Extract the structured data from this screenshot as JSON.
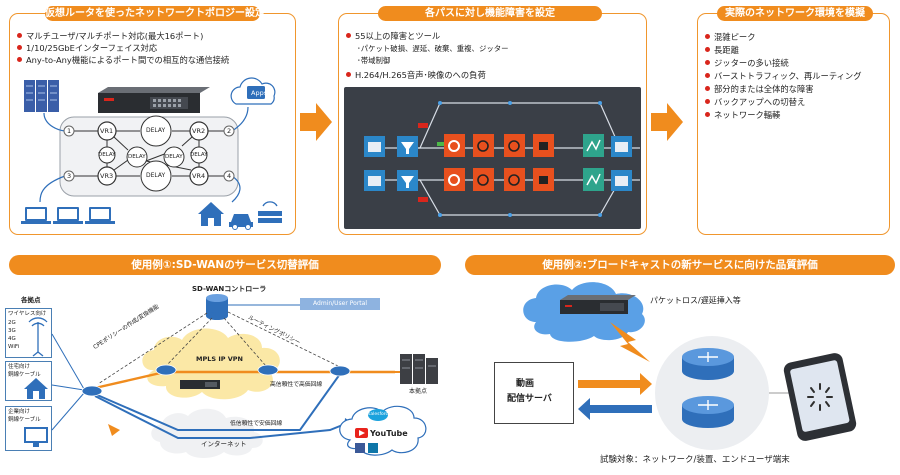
{
  "panel1": {
    "title": "仮想ルータを使ったネットワークトポロジー設定",
    "bullets": [
      "マルチユーザ/マルチポート対応(最大16ポート)",
      "1/10/25GbEインターフェイス対応",
      "Any-to-Any機能によるポート間での相互的な通信接続"
    ],
    "apps_label": "Apps",
    "vr": [
      "VR1",
      "VR2",
      "VR3",
      "VR4"
    ],
    "delay": "DELAY",
    "ports": [
      "1",
      "2",
      "3",
      "4"
    ]
  },
  "panel2": {
    "title": "各パスに対し機能障害を設定",
    "bullet1": "55以上の障害とツール",
    "sub": [
      "･パケット破損、遅延、破棄、重複、ジッター",
      "･帯域制御"
    ],
    "bullet2": "H.264/H.265音声･映像のへの負荷"
  },
  "panel3": {
    "title": "実際のネットワーク環境を模擬",
    "bullets": [
      "混雑ピーク",
      "長距離",
      "ジッターの多い接続",
      "バーストトラフィック、再ルーティング",
      "部分的または全体的な障害",
      "バックアップへの切替え",
      "ネットワーク輻輳"
    ]
  },
  "usecase1": {
    "title": "使用例①:SD-WANのサービス切替評価",
    "sites_title": "各拠点",
    "site1": [
      "ワイヤレス向け",
      "2G",
      "3G",
      "4G",
      "WiFi"
    ],
    "site2": [
      "住宅向け",
      "銅線ケーブル"
    ],
    "site3": [
      "企業向け",
      "銅線ケーブル"
    ],
    "controller": "SD-WANコントローラ",
    "portal": "Admin/User Portal",
    "cpe_label": "CPEポリシーの作成/変換機能",
    "routing_label": "ルーティングポリシー",
    "mpls": "MPLS IP VPN",
    "hq_label": "本拠点",
    "high_label": "高信頼性で高価回線",
    "low_label": "低信頼性で安価回線",
    "internet": "インターネット",
    "salesforce": "salesforce",
    "youtube": "YouTube"
  },
  "usecase2": {
    "title": "使用例②:ブロードキャストの新サービスに向けた品質評価",
    "packet_loss": "パケットロス/遅延挿入等",
    "server_line1": "動画",
    "server_line2": "配信サーバ",
    "target": "試験対象：ネットワーク/装置、エンドユーザ端末"
  },
  "colors": {
    "accent": "#f08c1e",
    "blue": "#2f6fba",
    "red": "#d9261c",
    "dark_bg": "#3a3f47"
  }
}
